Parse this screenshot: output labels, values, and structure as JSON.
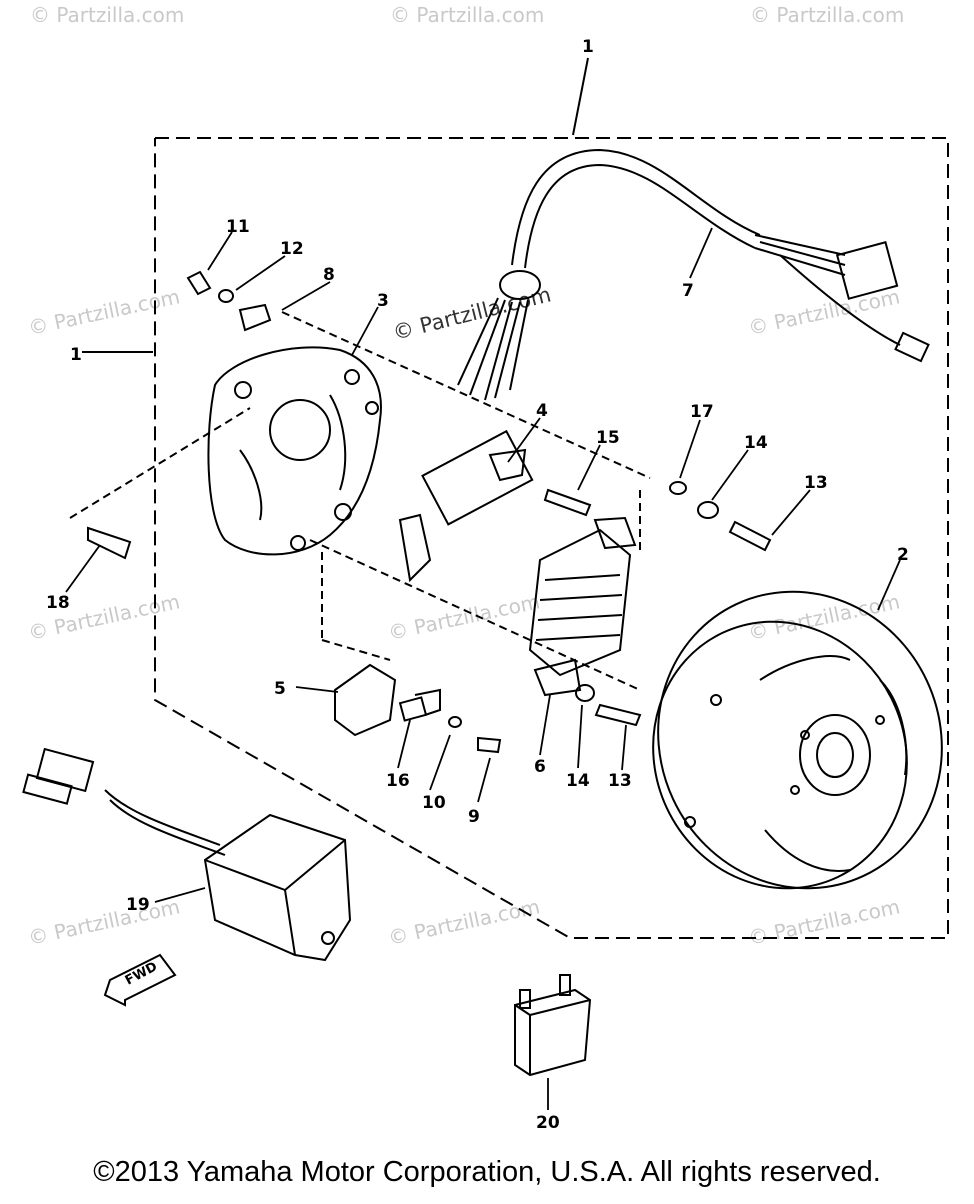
{
  "diagram": {
    "callouts": [
      "1",
      "1",
      "2",
      "3",
      "4",
      "5",
      "6",
      "7",
      "8",
      "9",
      "10",
      "11",
      "12",
      "13",
      "13",
      "14",
      "14",
      "15",
      "16",
      "17",
      "18",
      "19",
      "20"
    ],
    "direction_label": "FWD"
  },
  "watermark": {
    "main": "© Partzilla.com",
    "tile": "© Partzilla.com"
  },
  "footer": {
    "copyright": "©2013 Yamaha Motor Corporation, U.S.A. All rights reserved."
  }
}
